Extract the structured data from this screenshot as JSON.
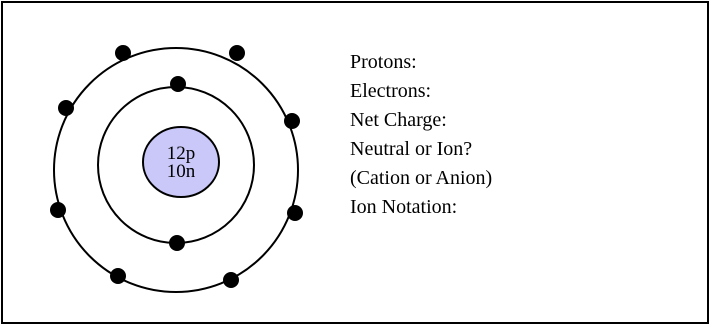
{
  "nucleus": {
    "protons_label": "12p",
    "neutrons_label": "10n"
  },
  "colors": {
    "nucleus_fill": "#c9c8f8",
    "line": "#000000",
    "electron": "#000000"
  },
  "shells": [
    {
      "shell": 1,
      "electron_count": 2
    },
    {
      "shell": 2,
      "electron_count": 8
    }
  ],
  "worksheet": {
    "fields": [
      "Protons:",
      "Electrons:",
      "Net Charge:",
      "Neutral or Ion?",
      "(Cation or Anion)",
      "Ion Notation:"
    ]
  }
}
